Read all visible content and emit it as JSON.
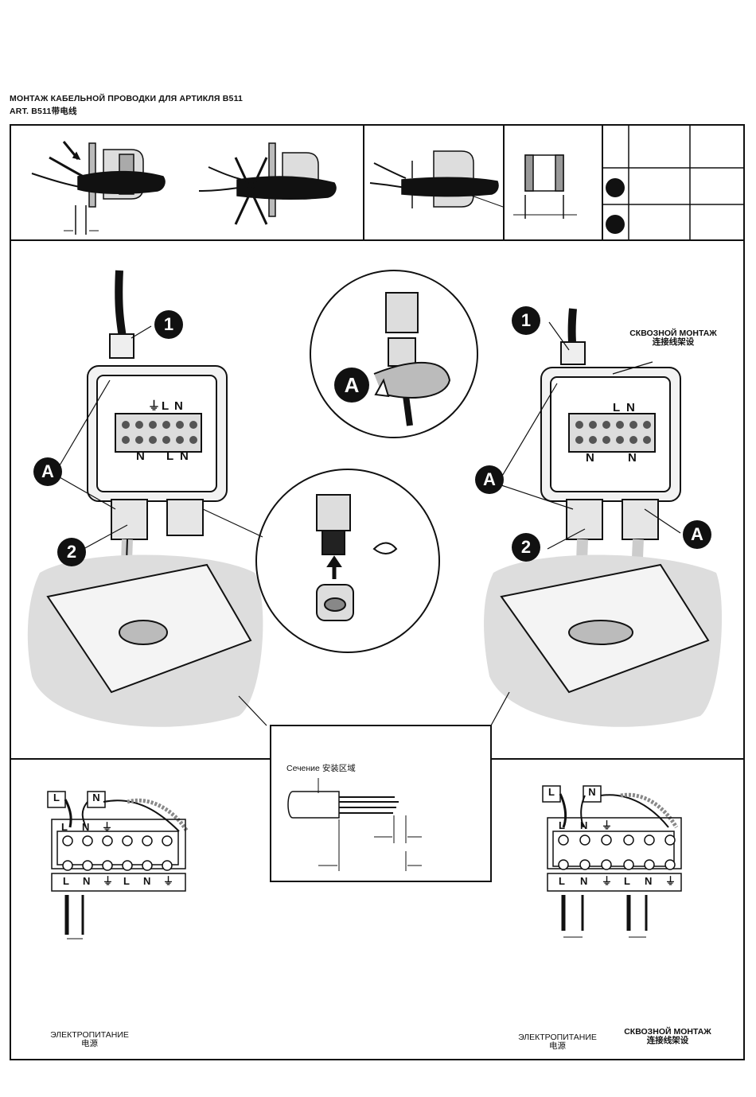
{
  "header": {
    "title_ru": "МОНТАЖ КАБЕЛЬНОЙ ПРОВОДКИ ДЛЯ АРТИКЛЯ B511",
    "title_art": "ART. B511带电线"
  },
  "callouts": {
    "a": "A",
    "one": "1",
    "two": "2"
  },
  "terminal_labels": {
    "L": "L",
    "N": "N",
    "earth": "⏚"
  },
  "labels": {
    "through_mount_ru": "СКВОЗНОЙ МОНТАЖ",
    "through_mount_cn": "连接线架设",
    "section_ru": "Сечение",
    "section_cn": "安装区域",
    "power_ru": "ЭЛЕКТРОПИТАНИЕ",
    "power_cn": "电源"
  }
}
